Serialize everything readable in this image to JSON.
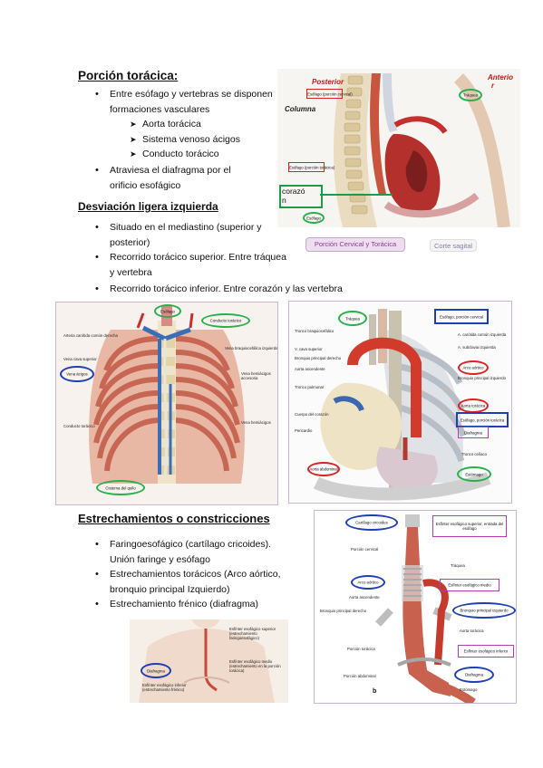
{
  "section1": {
    "title": "Porción torácica:",
    "bullets": [
      "Entre esófago y vertebras se disponen formaciones vasculares",
      "Atraviesa el diafragma por el orificio esofágico"
    ],
    "sub_bullets": [
      "Aorta torácica",
      "Sistema venoso ácigos",
      "Conducto torácico"
    ]
  },
  "section2": {
    "title": "Desviación ligera izquierda",
    "bullets": [
      "Situado en el mediastino (superior y posterior)",
      "Recorrido torácico superior. Entre tráquea y vertebra",
      "Recorrido torácico inferior. Entre corazón y las vertebra"
    ]
  },
  "section3": {
    "title": "Estrechamientos o constricciones",
    "bullets": [
      "Faringoesofágico (cartílago cricoides). Unión faringe y esófago",
      "Estrechamientos torácicos (Arco aórtico, bronquio principal Izquierdo)",
      "Estrechamiento frénico (diafragma)"
    ]
  },
  "fig_sagittal": {
    "posterior": "Posterior",
    "anterior": "Anterio",
    "anterior2": "r",
    "columna": "Columna",
    "corazon": "corazó",
    "corazon2": "n",
    "label_left": [
      "Esófago (porción cervical)",
      "Esófago (porción torácica)",
      "Esófago"
    ],
    "label_right": [
      "Tráquea"
    ],
    "button_1": "Porción Cervical y Torácica",
    "button_2": "Corte sagital"
  },
  "fig_back": {
    "esofago": "Esófago",
    "conducto": "Conducto torácico",
    "vena_acigos": "Vena ácigos",
    "cisterna": "Cisterna del quilo",
    "labels_left": [
      "Arteria carótida común derecha",
      "Vena cava superior",
      "Conducto torácico"
    ],
    "labels_right": [
      "Vena braquiocefálica izquierda",
      "Vena hemiácigos accesoria",
      "Vena hemiácigos"
    ]
  },
  "fig_side": {
    "traquea": "Tráquea",
    "esofago_cervical": "Esófago, porción cervical",
    "arco_aortico": "Arco aórtico",
    "aorta_toracica": "Aorta torácica",
    "esofago_toracico": "Esófago, porción torácica",
    "diafragma": "Diafragma",
    "estomago": "Estómago",
    "aorta_abdominal": "Aorta abdominal",
    "labels_left": [
      "Tronco braquiocefálico",
      "V. cava superior",
      "Bronquio principal derecho",
      "Aorta ascendente",
      "Tronco pulmonar",
      "Cuerpo del corazón",
      "Pericardio"
    ],
    "labels_right": [
      "A. carótida común izquierda",
      "A. subclavia izquierda",
      "Bronquio principal izquierdo",
      "Tronco celíaco"
    ]
  },
  "fig_front": {
    "cartilago": "Cartílago cricoides",
    "esfinter_sup": "Esfínter esofágico superior, entrada del esófago",
    "porcion_cervical": "Porción cervical",
    "traquea": "Tráquea",
    "arco_aortico": "Arco aórtico",
    "esfinter_medio": "Esfínter esofágico medio",
    "aorta_ascendente": "Aorta ascendente",
    "bronquio_der": "Bronquio principal derecho",
    "bronquio_izq": "Bronquio principal izquierdo",
    "aorta_toracica": "Aorta torácica",
    "porcion_toracica": "Porción torácica",
    "esfinter_inf": "Esfínter esofágico inferior",
    "porcion_abdominal": "Porción abdominal",
    "diafragma": "Diafragma",
    "estomago": "Estómago",
    "fig_letter": "b"
  },
  "fig_body": {
    "diafragma": "Diafragma",
    "label_1": "Esfínter esofágico superior (estrechamiento faringoesofágico)",
    "label_2": "Esfínter esofágico medio (estrechamiento en la porción torácica)",
    "label_3": "Esfínter esofágico inferior (estrechamiento frénico)"
  }
}
